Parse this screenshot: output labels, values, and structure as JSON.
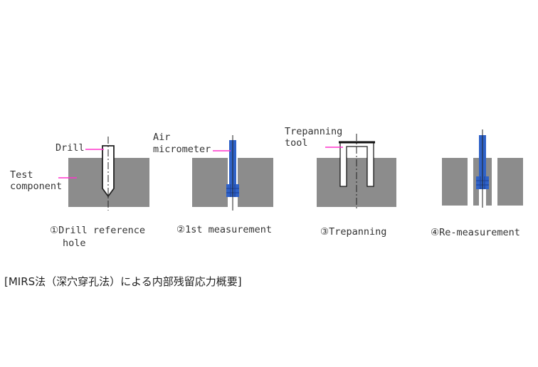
{
  "diagram": {
    "labels": {
      "test_line1": "Test",
      "test_line2": "component",
      "drill": "Drill",
      "air_line1": "Air",
      "air_line2": "micrometer",
      "trepanning_tool_line1": "Trepanning",
      "trepanning_tool_line2": "tool"
    },
    "steps": [
      {
        "label_line1": "①Drill reference",
        "label_line2": "hole"
      },
      {
        "label_line1": "②1st measurement"
      },
      {
        "label_line1": "③Trepanning"
      },
      {
        "label_line1": "④Re-measurement"
      }
    ],
    "colors": {
      "block": "#8c8c8c",
      "leader": "#ff33cc",
      "micrometer": "#2f62c8",
      "micrometer_dark": "#1b3f94",
      "outline": "#222222"
    }
  },
  "caption": "[MIRS法（深穴穿孔法）による内部残留応力概要]"
}
